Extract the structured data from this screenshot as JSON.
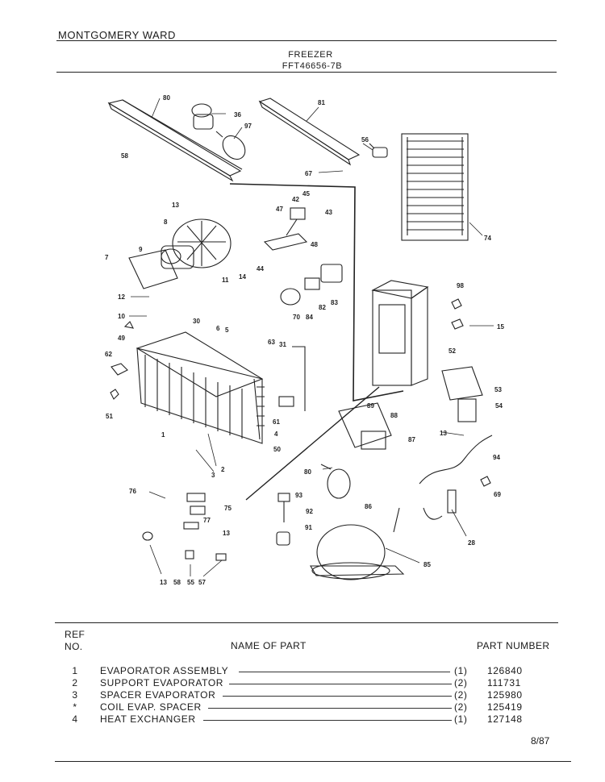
{
  "header": {
    "brand": "MONTGOMERY WARD",
    "title": "FREEZER",
    "model": "FFT46656-7B"
  },
  "diagram": {
    "callouts": [
      "80",
      "58",
      "36",
      "97",
      "81",
      "56",
      "67",
      "74",
      "13",
      "8",
      "9",
      "7",
      "14",
      "11",
      "12",
      "10",
      "45",
      "42",
      "47",
      "43",
      "48",
      "44",
      "83",
      "82",
      "70",
      "84",
      "98",
      "15",
      "30",
      "6",
      "5",
      "49",
      "62",
      "51",
      "63",
      "31",
      "52",
      "53",
      "54",
      "61",
      "4",
      "89",
      "88",
      "87",
      "13",
      "94",
      "1",
      "50",
      "2",
      "3",
      "80",
      "93",
      "92",
      "91",
      "86",
      "69",
      "28",
      "76",
      "75",
      "77",
      "13",
      "13",
      "58",
      "55",
      "57",
      "85"
    ]
  },
  "table": {
    "col_ref": "REF\nNO.",
    "col_ref_1": "REF",
    "col_ref_2": "NO.",
    "col_name": "NAME OF PART",
    "col_number": "PART NUMBER",
    "rows": [
      {
        "ref": "1",
        "name": "EVAPORATOR ASSEMBLY",
        "qty": "(1)",
        "part": "126840"
      },
      {
        "ref": "2",
        "name": "SUPPORT EVAPORATOR",
        "qty": "(2)",
        "part": "111731"
      },
      {
        "ref": "3",
        "name": "SPACER EVAPORATOR",
        "qty": "(2)",
        "part": "125980"
      },
      {
        "ref": "*",
        "name": "COIL EVAP. SPACER",
        "qty": "(2)",
        "part": "125419"
      },
      {
        "ref": "4",
        "name": "HEAT EXCHANGER",
        "qty": "(1)",
        "part": "127148"
      }
    ]
  },
  "footer": {
    "page": "8/87"
  }
}
